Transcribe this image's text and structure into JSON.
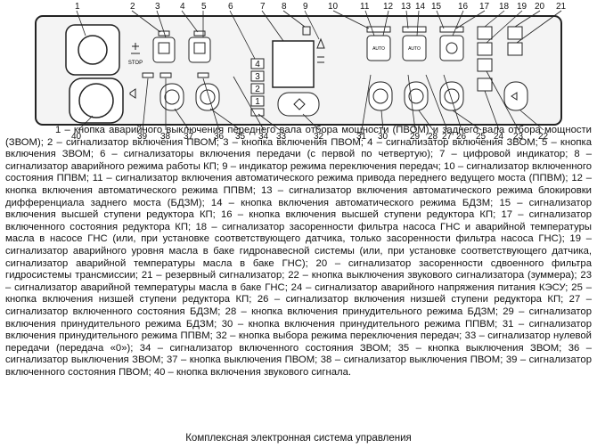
{
  "panel": {
    "stop_label": "STOP",
    "auto_label": "AUTO",
    "indicator_gears": [
      "4",
      "3",
      "2",
      "1"
    ],
    "callouts_top": [
      "1",
      "2",
      "3",
      "4",
      "5",
      "6",
      "7",
      "8",
      "9",
      "10",
      "11",
      "12",
      "13",
      "14",
      "15",
      "16",
      "17",
      "18",
      "19",
      "20",
      "21"
    ],
    "callouts_bottom": [
      "40",
      "39",
      "38",
      "37",
      "36",
      "35",
      "34",
      "33",
      "32",
      "31",
      "30",
      "29",
      "28",
      "27",
      "26",
      "25",
      "24",
      "23",
      "22"
    ]
  },
  "legend_text": "1 – кнопка аварийного выключения переднего вала отбора мощности (ПВОМ) и заднего вала отбора мощности (ЗВОМ); 2 – сигнализатор включения ПВОМ; 3 – кнопка включения ПВОМ; 4 – сигнализатор включения ЗВОМ; 5 – кнопка включения ЗВОМ; 6 – сигнализаторы включения передачи (с первой по четвертую); 7 – цифровой индикатор; 8 – сигнализатор аварийного режима работы КП; 9 – индикатор режима переключения передач; 10 – сигнализатор включенного состояния ППВМ; 11 – сигнализатор включения автоматического режима привода переднего ведущего моста (ППВМ); 12 – кнопка включения автоматического режима ППВМ; 13 – сигнализатор включения автоматического режима блокировки дифференциала заднего моста (БДЗМ); 14 – кнопка включения автоматического режима БДЗМ; 15 – сигнализатор включения высшей ступени редуктора КП; 16 – кнопка включения высшей ступени редуктора КП; 17 – сигнализатор включенного состояния редуктора КП; 18 – сигнализатор засоренности фильтра насоса ГНС и аварийной температуры масла в насосе ГНС (или, при установке соответствующего датчика, только засоренности фильтра насоса ГНС); 19 – сигнализатор аварийного уровня масла в баке гидронавесной системы (или, при установке соответствующего датчика, сигнализатор аварийной температуры масла в баке ГНС); 20 – сигнализатор засоренности сдвоенного фильтра гидросистемы трансмиссии; 21 – резервный сигнализатор; 22 – кнопка выключения звукового сигнализатора (зуммера); 23 – сигнализатор аварийной температуры масла в баке ГНС; 24 – сигнализатор аварийного напряжения питания КЭСУ; 25 – кнопка включения низшей ступени редуктора КП; 26 – сигнализатор включения низшей ступени редуктора КП; 27 – сигнализатор включенного состояния БДЗМ; 28 – кнопка включения принудительного режима БДЗМ; 29 – сигнализатор включения принудительного режима БДЗМ; 30 – кнопка включения принудительного режима ППВМ; 31 – сигнализатор включения принудительного режима ППВМ; 32 – кнопка выбора режима переключения передач; 33 – сигнализатор нулевой передачи (передача «0»); 34 – сигнализатор включенного состояния ЗВОМ; 35 – кнопка выключения ЗВОМ; 36 – сигнализатор выключения ЗВОМ; 37 – кнопка выключения ПВОМ; 38 – сигнализатор выключения ПВОМ; 39 – сигнализатор включенного состояния ПВОМ; 40 – кнопка включения звукового сигнала.",
  "caption": "Комплексная электронная система управления"
}
